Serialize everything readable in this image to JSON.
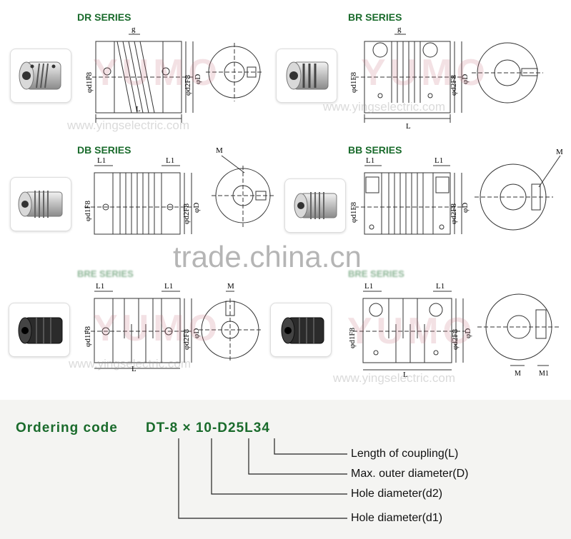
{
  "series": [
    {
      "title": "DR SERIES"
    },
    {
      "title": "BR SERIES"
    },
    {
      "title": "DB SERIES"
    },
    {
      "title": "BB SERIES"
    },
    {
      "title": "BRE SERIES"
    },
    {
      "title": "BRE SERIES"
    }
  ],
  "dimension_labels": {
    "g": "g",
    "d1": "φd1F8",
    "d2": "φd2F8",
    "D": "φD",
    "L": "L",
    "L1": "L1",
    "M": "M",
    "M1": "M1"
  },
  "watermarks": {
    "brand": "YUMO",
    "url": "www.yingselectric.com",
    "trade": "trade.china.cn"
  },
  "ordering": {
    "label": "Ordering  code",
    "code": "DT-8 × 10-D25L34",
    "legend": [
      "Length of coupling(L)",
      "Max. outer diameter(D)",
      "Hole diameter(d2)",
      "Hole diameter(d1)"
    ]
  },
  "colors": {
    "title_green": "#1a6b2c",
    "line": "#333333",
    "watermark_pink": "#c87882"
  }
}
